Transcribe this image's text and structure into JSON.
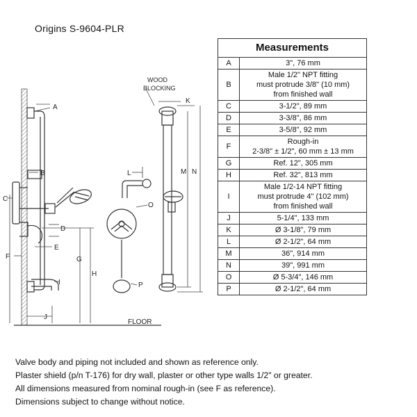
{
  "title": "Origins  S-9604-PLR",
  "drawing": {
    "wood_blocking": [
      "WOOD",
      "BLOCKING"
    ],
    "floor": "FLOOR",
    "labels": {
      "A": "A",
      "B": "B",
      "C": "C",
      "D": "D",
      "E": "E",
      "F": "F",
      "G": "G",
      "H": "H",
      "I": "I",
      "J": "J",
      "K": "K",
      "L": "L",
      "M": "M",
      "N": "N",
      "O": "O",
      "P": "P"
    }
  },
  "table": {
    "header": "Measurements",
    "rows": [
      {
        "key": "A",
        "lines": [
          "3\", 76 mm"
        ]
      },
      {
        "key": "B",
        "lines": [
          "Male 1/2\" NPT fitting",
          "must protrude 3/8\" (10 mm)",
          "from finished wall"
        ]
      },
      {
        "key": "C",
        "lines": [
          "3-1/2\", 89 mm"
        ]
      },
      {
        "key": "D",
        "lines": [
          "3-3/8\", 86 mm"
        ]
      },
      {
        "key": "E",
        "lines": [
          "3-5/8\", 92 mm"
        ]
      },
      {
        "key": "F",
        "lines": [
          "Rough-in",
          "2-3/8\" ± 1/2\", 60 mm ± 13 mm"
        ]
      },
      {
        "key": "G",
        "lines": [
          "Ref. 12\", 305 mm"
        ]
      },
      {
        "key": "H",
        "lines": [
          "Ref. 32\", 813 mm"
        ]
      },
      {
        "key": "I",
        "lines": [
          "Male 1/2-14 NPT fitting",
          "must protrude 4\" (102 mm)",
          "from finished wall"
        ]
      },
      {
        "key": "J",
        "lines": [
          "5-1/4\", 133 mm"
        ]
      },
      {
        "key": "K",
        "lines": [
          "Ø 3-1/8\", 79 mm"
        ]
      },
      {
        "key": "L",
        "lines": [
          "Ø 2-1/2\", 64 mm"
        ]
      },
      {
        "key": "M",
        "lines": [
          "36\", 914 mm"
        ]
      },
      {
        "key": "N",
        "lines": [
          "39\", 991 mm"
        ]
      },
      {
        "key": "O",
        "lines": [
          "Ø 5-3/4\", 146 mm"
        ]
      },
      {
        "key": "P",
        "lines": [
          "Ø 2-1/2\", 64 mm"
        ]
      }
    ]
  },
  "notes": [
    "Valve body and piping not included and shown as reference only.",
    "Plaster shield (p/n T-176) for dry wall, plaster or other type walls 1/2\" or greater.",
    "All dimensions measured from nominal rough-in (see F as reference).",
    "Dimensions subject to change without notice."
  ]
}
